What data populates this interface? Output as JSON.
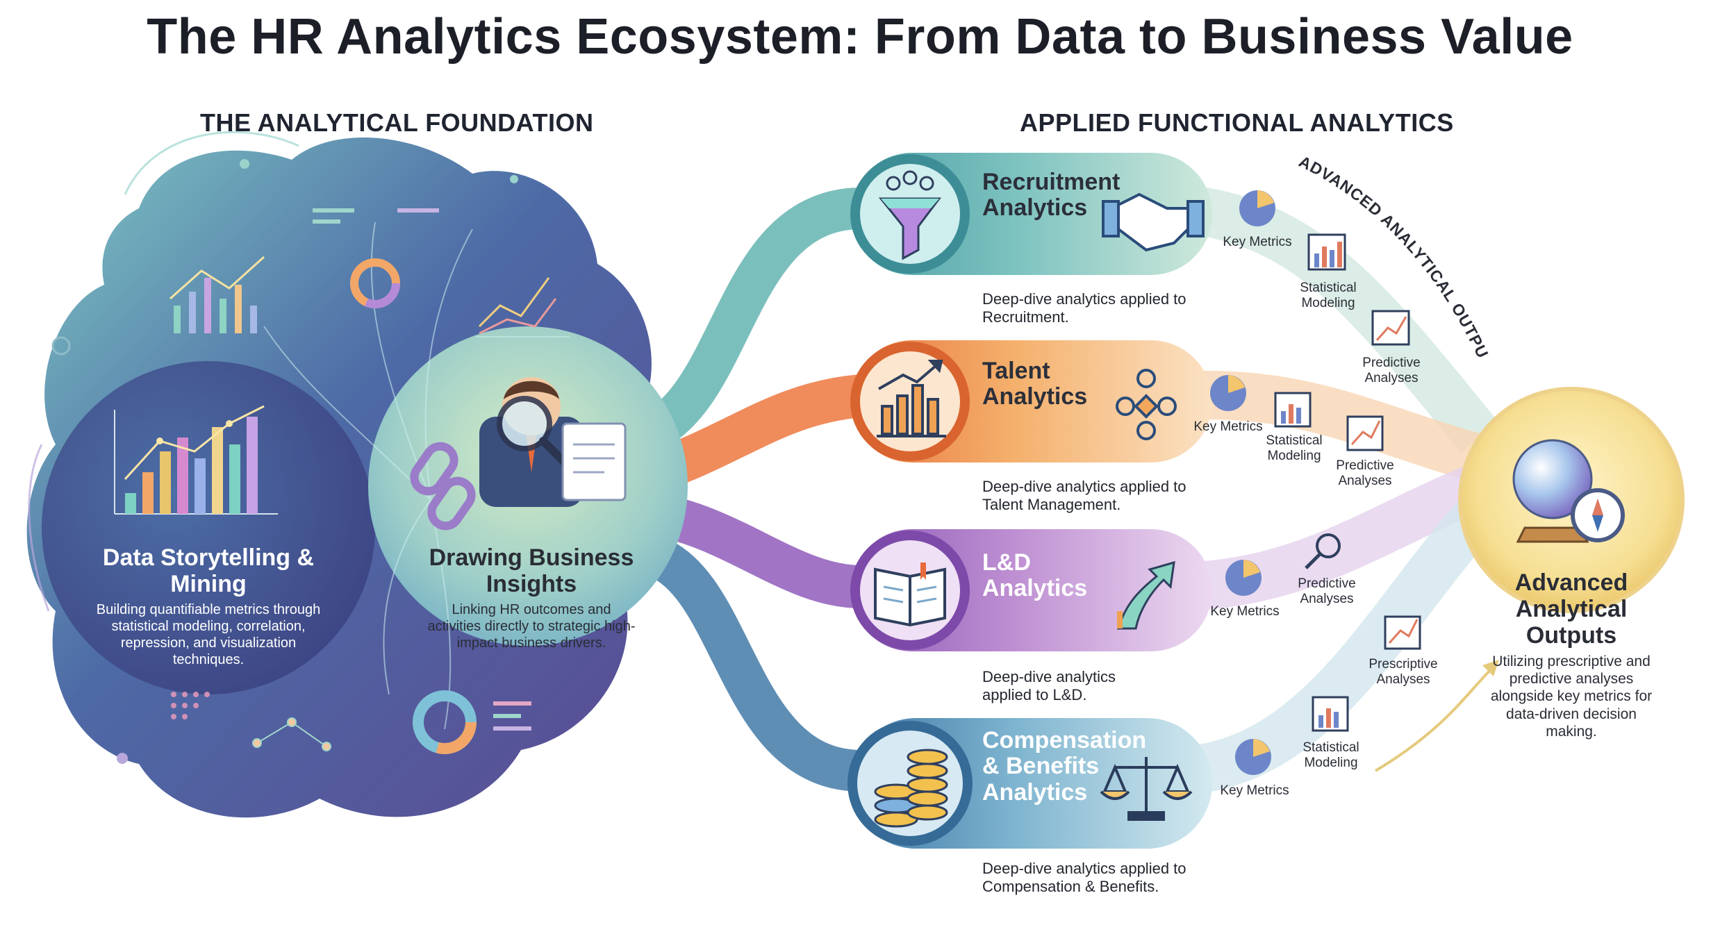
{
  "title": "The HR Analytics Ecosystem: From Data to Business Value",
  "foundation": {
    "heading": "THE ANALYTICAL FOUNDATION",
    "storytelling": {
      "title": "Data Storytelling & Mining",
      "body": "Building quantifiable metrics through statistical modeling, correlation, repression, and visualization techniques."
    },
    "insights": {
      "title": "Drawing Business Insights",
      "body": "Linking HR outcomes and activities directly to strategic high-impact business drivers."
    }
  },
  "applied": {
    "heading": "APPLIED FUNCTIONAL ANALYTICS",
    "arc_label": "ADVANCED ANALYTICAL OUTPUTS",
    "bands": [
      {
        "title": "Recruitment Analytics",
        "desc": "Deep-dive analytics applied to Recruitment.",
        "icons": [
          "funnel-icon",
          "handshake-icon"
        ],
        "outputs": [
          "Key Metrics",
          "Statistical Modeling",
          "Predictive Analyses"
        ],
        "color": "#5fb0b4"
      },
      {
        "title": "Talent Analytics",
        "desc": "Deep-dive analytics applied to Talent Management.",
        "icons": [
          "growth-chart-icon",
          "team-network-icon"
        ],
        "outputs": [
          "Key Metrics",
          "Statistical Modeling",
          "Predictive Analyses"
        ],
        "color": "#ec8a46"
      },
      {
        "title": "L&D Analytics",
        "desc": "Deep-dive analytics applied to L&D.",
        "icons": [
          "open-book-icon",
          "growth-arrow-icon"
        ],
        "outputs": [
          "Key Metrics",
          "Predictive Analyses",
          "Prescriptive Analyses"
        ],
        "color": "#9b6fc0"
      },
      {
        "title": "Compensation & Benefits Analytics",
        "desc": "Deep-dive analytics applied to Compensation & Benefits.",
        "icons": [
          "coin-stack-icon",
          "balance-scale-icon"
        ],
        "outputs": [
          "Key Metrics",
          "Statistical Modeling"
        ],
        "color": "#4f86ac"
      }
    ]
  },
  "output": {
    "title": "Advanced Analytical Outputs",
    "body": "Utilizing prescriptive and predictive analyses alongside key metrics for data-driven decision making."
  }
}
